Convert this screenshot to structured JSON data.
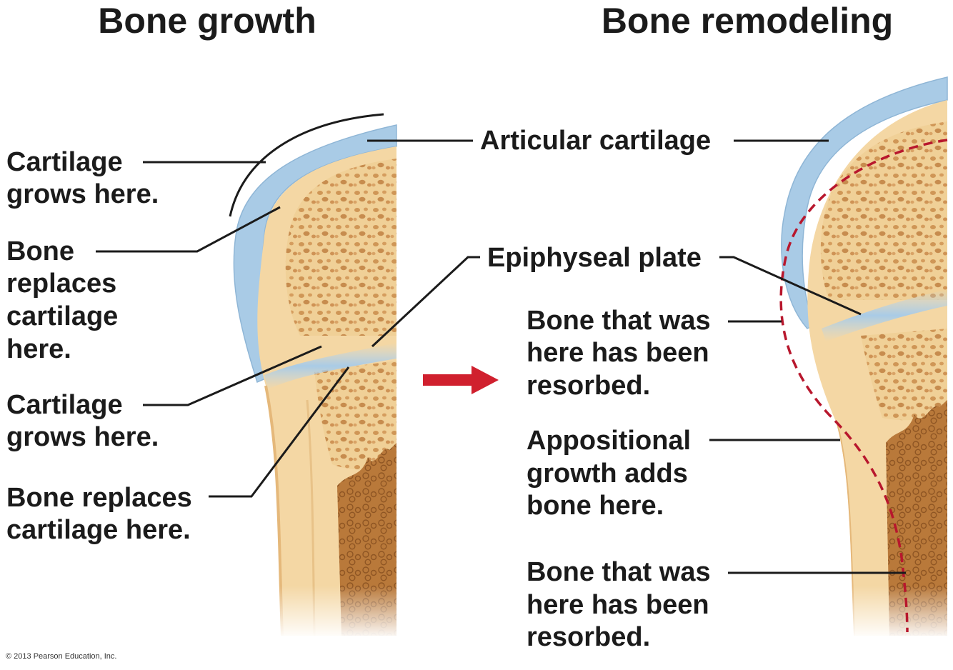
{
  "titles": {
    "left": "Bone growth",
    "right": "Bone remodeling"
  },
  "labels": {
    "cartilage_grows_top": [
      "Cartilage",
      "grows here."
    ],
    "bone_replaces_top": [
      "Bone",
      "replaces",
      "cartilage",
      "here."
    ],
    "cartilage_grows_plate": [
      "Cartilage",
      "grows here."
    ],
    "bone_replaces_plate": [
      "Bone replaces",
      "cartilage here."
    ],
    "articular_cartilage": "Articular cartilage",
    "epiphyseal_plate": "Epiphyseal plate",
    "resorbed_upper": [
      "Bone that was",
      "here has been",
      "resorbed."
    ],
    "appositional": [
      "Appositional",
      "growth adds",
      "bone here."
    ],
    "resorbed_lower": [
      "Bone that was",
      "here has been",
      "resorbed."
    ]
  },
  "copyright": "© 2013 Pearson Education, Inc.",
  "colors": {
    "bone": "#f4d7a4",
    "bone_edge": "#e5b87a",
    "spongy_fill": "#efcf95",
    "spongy_pore": "#c98a48",
    "marrow": "#b9793a",
    "marrow_cell": "#8e5523",
    "cartilage": "#a9cbe6",
    "cartilage_light": "#d7e8f4",
    "arrow": "#d0202e",
    "dashed_outline": "#b8172d"
  }
}
